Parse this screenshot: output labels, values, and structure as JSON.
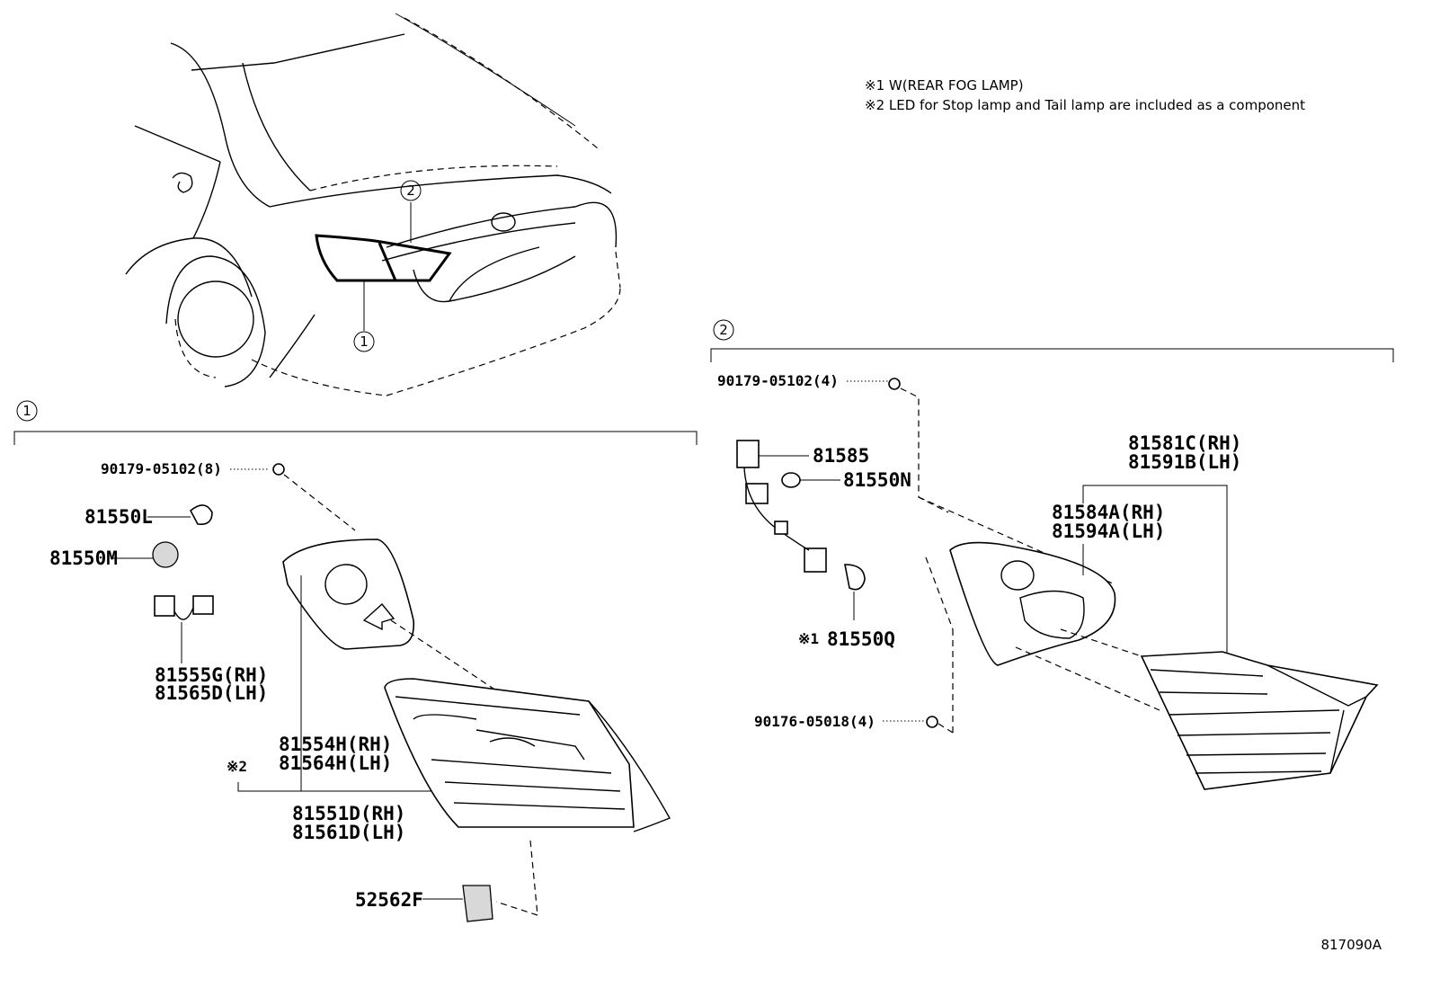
{
  "notes": [
    "※1 W(REAR FOG LAMP)",
    "※2 LED for Stop lamp and Tail lamp are included as a component"
  ],
  "callouts": {
    "one": "1",
    "two": "2"
  },
  "section1": {
    "screw": "90179-05102(8)",
    "bulb": "81550L",
    "socket": "81550M",
    "wire_rh": "81555G(RH)",
    "wire_lh": "81565D(LH)",
    "gasket_rh": "81554H(RH)",
    "gasket_lh": "81564H(LH)",
    "note_mark": "※2",
    "lamp_rh": "81551D(RH)",
    "lamp_lh": "81561D(LH)",
    "clip": "52562F"
  },
  "section2": {
    "screw": "90179-05102(4)",
    "socket_wire": "81585",
    "bulb_n": "81550N",
    "fog_mark": "※1",
    "bulb_q": "81550Q",
    "lamp_rh": "81581C(RH)",
    "lamp_lh": "81591B(LH)",
    "gasket_rh": "81584A(RH)",
    "gasket_lh": "81594A(LH)",
    "nut": "90176-05018(4)"
  },
  "figure_code": "817090A"
}
